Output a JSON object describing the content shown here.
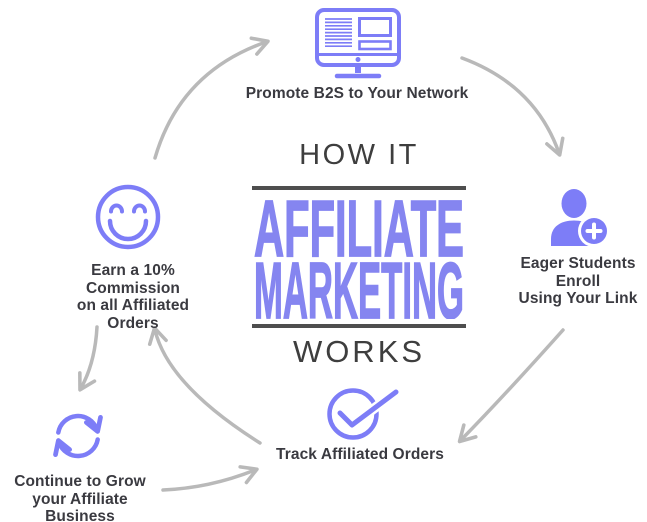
{
  "title": {
    "pre": "HOW IT",
    "main_line1": "AFFILIATE",
    "main_line2": "MARKETING",
    "post": "WORKS"
  },
  "steps": {
    "promote": {
      "label": "Promote B2S to Your Network",
      "icon": "computer-monitor-icon"
    },
    "enroll": {
      "label": "Eager Students Enroll\nUsing Your Link",
      "icon": "add-user-icon"
    },
    "track": {
      "label": "Track Affiliated Orders",
      "icon": "check-circle-icon"
    },
    "commission": {
      "label": "Earn a 10% Commission\non all Affiliated Orders",
      "icon": "smiley-face-icon"
    },
    "grow": {
      "label": "Continue to Grow\nyour Affiliate Business",
      "icon": "refresh-cycle-icon"
    }
  },
  "flow_order": [
    "promote",
    "enroll",
    "track",
    "commission",
    "grow"
  ],
  "colors": {
    "icon_purple": "#7d7df7",
    "title_purple": "#8585f0",
    "arrow_gray": "#b9b9b9",
    "divider_dark": "#4e4e4e",
    "heading_dark": "#3e3e3e",
    "label_dark": "#3a3a40",
    "background": "#ffffff"
  }
}
